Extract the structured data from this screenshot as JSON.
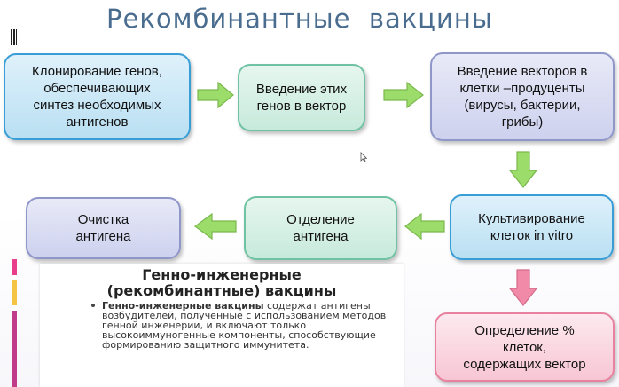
{
  "slide": {
    "title": "Рекомбинантные  вакцины"
  },
  "flow": {
    "box1": "Клонирование генов,\nобеспечивающих\nсинтез необходимых\nантигенов",
    "box2": "Введение этих\nгенов в вектор",
    "box3": "Введение векторов в\nклетки –продуценты\n(вирусы, бактерии,\nгрибы)",
    "box4": "Культивирование\nклеток in  vitro",
    "box5": "Отделение\nантигена",
    "box6": "Очистка\nантигена",
    "box7": "Определение %\nклеток,\nсодержащих вектор"
  },
  "inset": {
    "title": "Генно-инженерные\n(рекомбинантные) вакцины",
    "term": "Генно-инженерные вакцины",
    "body": " содержат антигены возбудителей, полученные с использованием методов генной инженерии, и включают только высокоиммуногенные компоненты, способствующие формированию защитного иммунитета."
  },
  "colors": {
    "blue_box_border": "#3a9ed6",
    "green_box_border": "#6fc3a4",
    "lavender_box_border": "#8f97c9",
    "pink_box_border": "#e8819f",
    "green_arrow": "#9bdc6a",
    "pink_arrow": "#f08aa8"
  }
}
